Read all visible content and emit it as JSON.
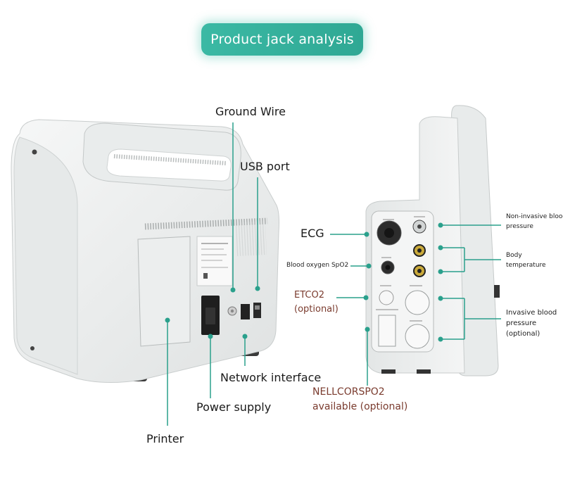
{
  "header": {
    "title": "Product jack analysis"
  },
  "back_view": {
    "labels": {
      "ground_wire": "Ground Wire",
      "usb_port": "USB port",
      "network_interface": "Network interface",
      "power_supply": "Power supply",
      "printer": "Printer"
    }
  },
  "side_view": {
    "labels": {
      "ecg": "ECG",
      "blood_oxygen": "Blood oxygen SpO2",
      "etco2_line1": "ETCO2",
      "etco2_line2": "(optional)",
      "nellcor_line1": "NELLCORSPO2",
      "nellcor_line2": "available (optional)",
      "nibp_line1": "Non-invasive blood",
      "nibp_line2": "pressure",
      "temp_line1": "Body",
      "temp_line2": "temperature",
      "ibp_line1": "Invasive blood",
      "ibp_line2": "pressure",
      "ibp_line3": "(optional)"
    }
  },
  "colors": {
    "accent": "#2fa894",
    "leader": "#2aa08c",
    "note_text": "#7a3b2e"
  }
}
